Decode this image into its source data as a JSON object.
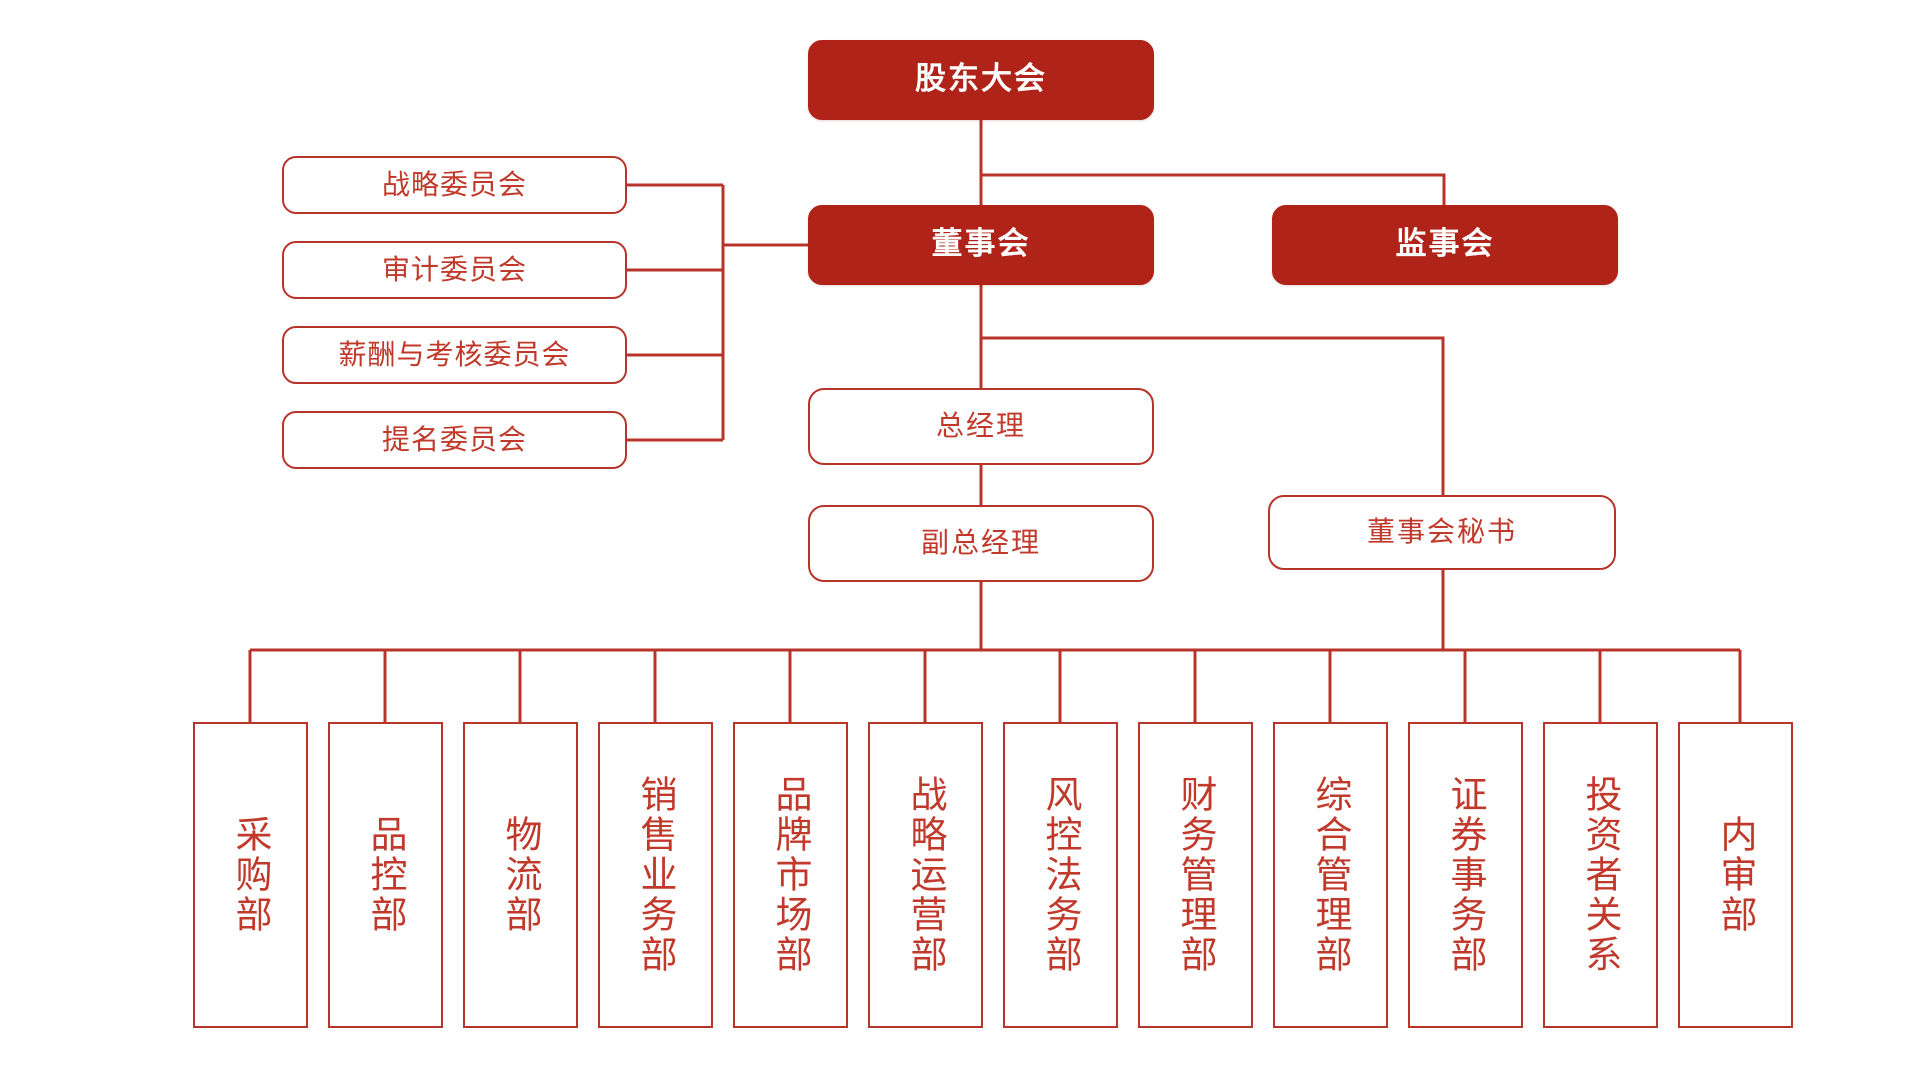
{
  "meta": {
    "title": "公司组织架构图",
    "colors": {
      "filled_fill": "#AF2318",
      "filled_text": "#FFFFFF",
      "outline_stroke": "#B8342A",
      "outline_text": "#C0392B",
      "line": "#B8342A",
      "background": "#FFFFFF"
    }
  },
  "governance": {
    "shareholders_meeting": "股东大会",
    "board_of_directors": "董事会",
    "board_of_supervisors": "监事会"
  },
  "committees": [
    {
      "label": "战略委员会"
    },
    {
      "label": "审计委员会"
    },
    {
      "label": "薪酬与考核委员会"
    },
    {
      "label": "提名委员会"
    }
  ],
  "management": [
    {
      "label": "总经理"
    },
    {
      "label": "副总经理"
    }
  ],
  "board_office": {
    "secretary": "董事会秘书"
  },
  "departments": [
    {
      "label": "采购部"
    },
    {
      "label": "品控部"
    },
    {
      "label": "物流部"
    },
    {
      "label": "销售业务部"
    },
    {
      "label": "品牌市场部"
    },
    {
      "label": "战略运营部"
    },
    {
      "label": "风控法务部"
    },
    {
      "label": "财务管理部"
    },
    {
      "label": "综合管理部"
    },
    {
      "label": "证券事务部"
    },
    {
      "label": "投资者关系"
    },
    {
      "label": "内审部"
    }
  ]
}
